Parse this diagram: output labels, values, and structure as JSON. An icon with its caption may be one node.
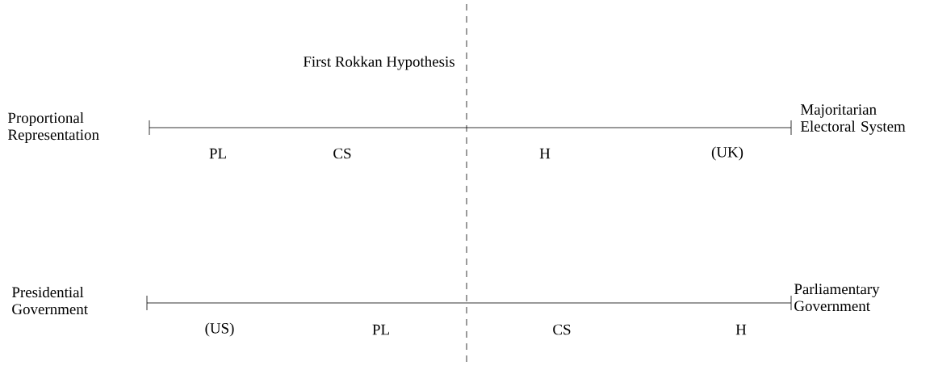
{
  "diagram": {
    "labels": [
      "First Rokkan Hypothesis",
      "Proportional Representation",
      "Majoritarian Electoral System",
      "PL",
      "CS",
      "H",
      "(UK)",
      "Presidential Government",
      "Parliamentary Government",
      "(US)",
      "PL",
      "CS",
      "H"
    ]
  }
}
